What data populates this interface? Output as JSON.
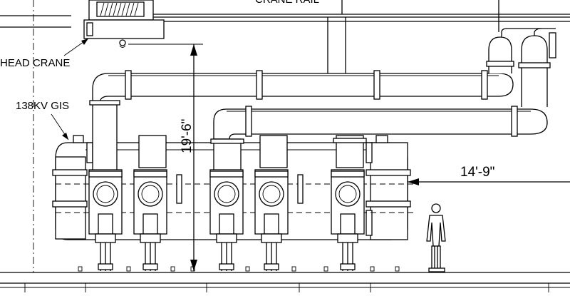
{
  "labels": {
    "crane_rail": "CRANE RAIL",
    "overhead_crane": "HEAD CRANE",
    "gis": "138KV GIS"
  },
  "dimensions": {
    "vertical": "19'-6\"",
    "horizontal": "14'-9\""
  }
}
